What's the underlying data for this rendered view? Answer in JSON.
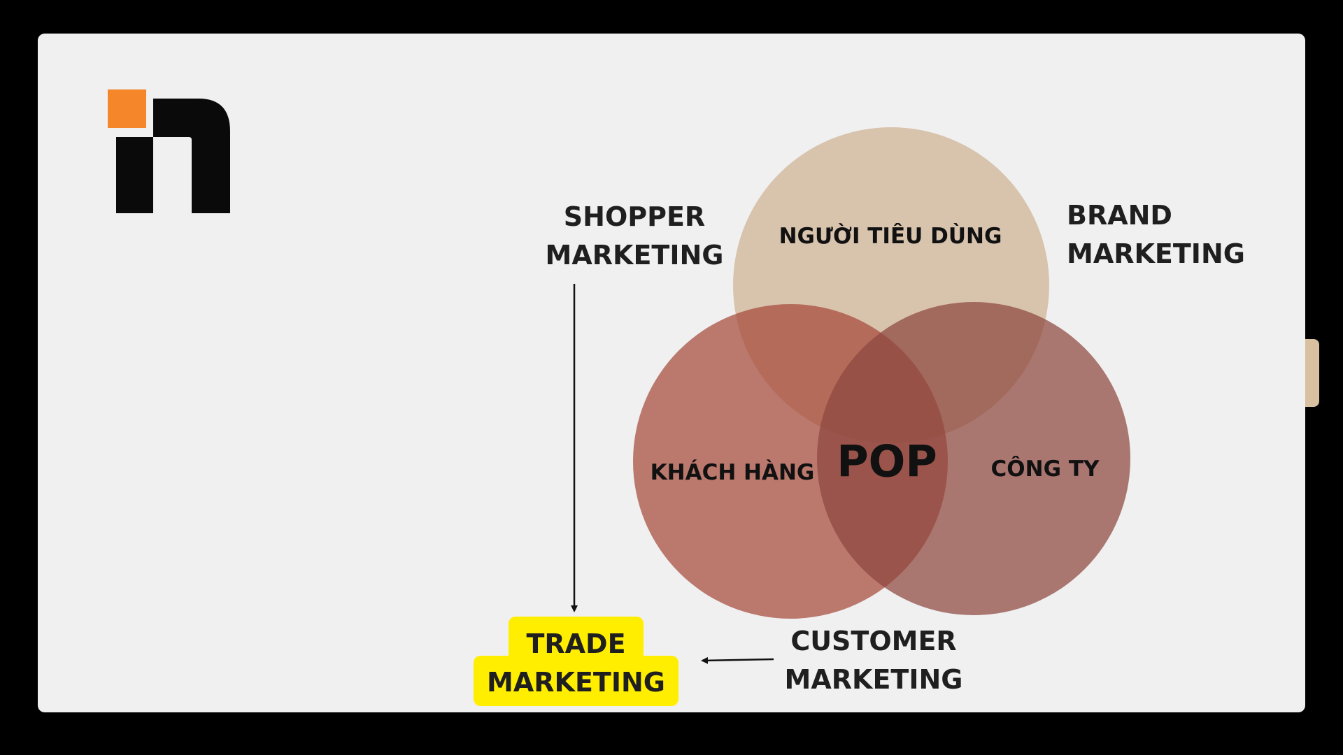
{
  "colors": {
    "page_background": "#000000",
    "slide_background": "#f0f0f0",
    "logo_orange": "#f6862a",
    "logo_black": "#0a0a0a",
    "circle_top": "#d8c3ad",
    "circle_left": "#a6493a",
    "circle_right": "#8e463e",
    "highlight": "#ffee00",
    "side_tab": "#d8c0a0"
  },
  "logo": {
    "icon": "in-logo-icon"
  },
  "venn": {
    "circles": {
      "top": {
        "label": "NGƯỜI TIÊU DÙNG"
      },
      "left": {
        "label": "KHÁCH HÀNG"
      },
      "right": {
        "label": "CÔNG TY"
      }
    },
    "center_label": "POP"
  },
  "outer_labels": {
    "shopper": {
      "line1": "SHOPPER",
      "line2": "MARKETING"
    },
    "brand": {
      "line1": "BRAND",
      "line2": "MARKETING"
    },
    "customer": {
      "line1": "CUSTOMER",
      "line2": "MARKETING"
    },
    "trade": {
      "line1": "TRADE",
      "line2": "MARKETING"
    }
  },
  "arrows": {
    "shopper_to_trade": "arrow-down-icon",
    "customer_to_trade": "arrow-left-icon"
  }
}
